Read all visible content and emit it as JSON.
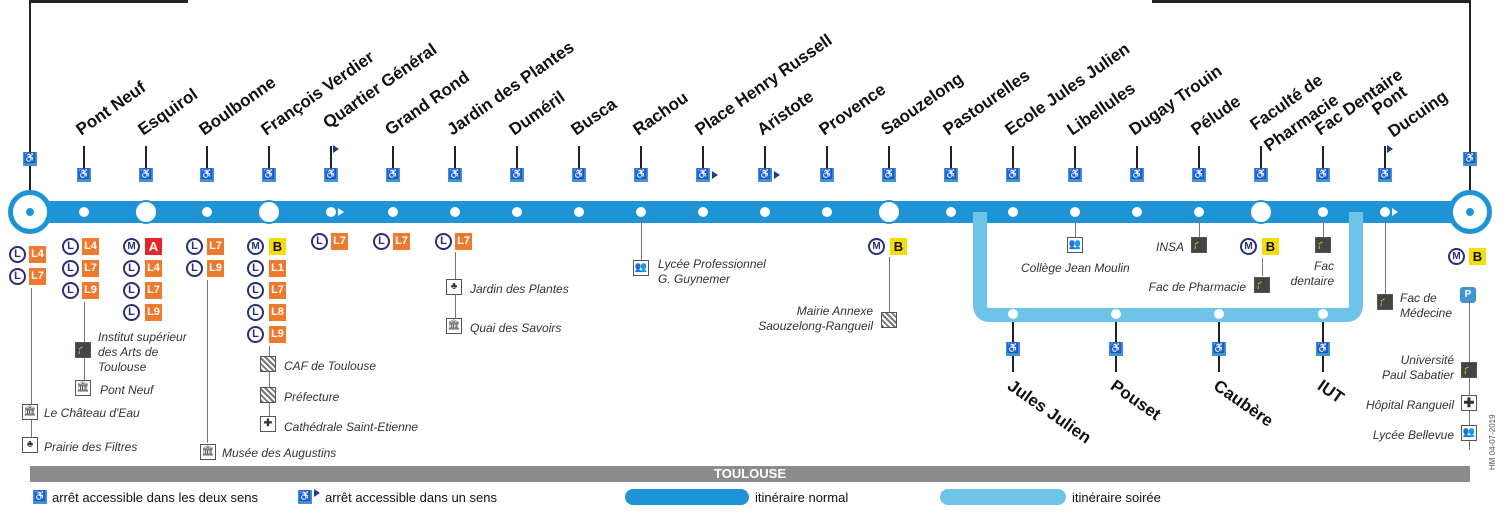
{
  "stops": [
    {
      "name": "Pont Neuf"
    },
    {
      "name": "Esquirol"
    },
    {
      "name": "Boulbonne"
    },
    {
      "name": "François Verdier"
    },
    {
      "name": "Quartier Général"
    },
    {
      "name": "Grand Rond"
    },
    {
      "name": "Jardin des Plantes"
    },
    {
      "name": "Duméril"
    },
    {
      "name": "Busca"
    },
    {
      "name": "Rachou"
    },
    {
      "name": "Place Henry Russell"
    },
    {
      "name": "Aristote"
    },
    {
      "name": "Provence"
    },
    {
      "name": "Saouzelong"
    },
    {
      "name": "Pastourelles"
    },
    {
      "name": "Ecole Jules Julien"
    },
    {
      "name": "Libellules"
    },
    {
      "name": "Dugay Trouin"
    },
    {
      "name": "Pélude"
    },
    {
      "name": "Faculté de"
    },
    {
      "name": "Pharmacie"
    },
    {
      "name": "Fac Dentaire"
    },
    {
      "name": "Pont"
    },
    {
      "name": "Ducuing"
    }
  ],
  "evening_stops": [
    {
      "name": "Jules Julien"
    },
    {
      "name": "Pouset"
    },
    {
      "name": "Caubère"
    },
    {
      "name": "IUT"
    }
  ],
  "connections": {
    "L4": "L4",
    "L7": "L7",
    "L9": "L9",
    "L1": "L1",
    "L8": "L8",
    "A": "A",
    "B": "B",
    "L": "L",
    "M": "M"
  },
  "poi": {
    "chateau_eau": "Le Château d'Eau",
    "prairie": "Prairie des Filtres",
    "institut_line1": "Institut supérieur",
    "institut_line2": "des Arts de",
    "institut_line3": "Toulouse",
    "pont_neuf": "Pont Neuf",
    "musee": "Musée des Augustins",
    "caf": "CAF de Toulouse",
    "prefecture": "Préfecture",
    "cathedrale": "Cathédrale Saint-Etienne",
    "jardin": "Jardin des Plantes",
    "quai": "Quai des Savoirs",
    "lycee_pro_1": "Lycée Professionnel",
    "lycee_pro_2": "G. Guynemer",
    "mairie_1": "Mairie Annexe",
    "mairie_2": "Saouzelong-Rangueil",
    "college": "Collège Jean Moulin",
    "insa": "INSA",
    "fac_pharma": "Fac de Pharmacie",
    "fac_dent_1": "Fac",
    "fac_dent_2": "dentaire",
    "fac_med_1": "Fac de",
    "fac_med_2": "Médecine",
    "univ_1": "Université",
    "univ_2": "Paul Sabatier",
    "hopital": "Hôpital Rangueil",
    "lycee_bellevue": "Lycée Bellevue"
  },
  "city": "TOULOUSE",
  "legend": {
    "accessible_both": "arrêt accessible dans les deux sens",
    "accessible_one": "arrêt accessible dans un sens",
    "normal": "itinéraire normal",
    "evening": "itinéraire soirée"
  },
  "code": "HM 04-07-2019",
  "colors": {
    "main_line": "#1e93d6",
    "evening_line": "#6ec3e8",
    "linéo": "#ee7a2f",
    "metro_a": "#e3262b",
    "metro_b": "#f6dd0a"
  }
}
